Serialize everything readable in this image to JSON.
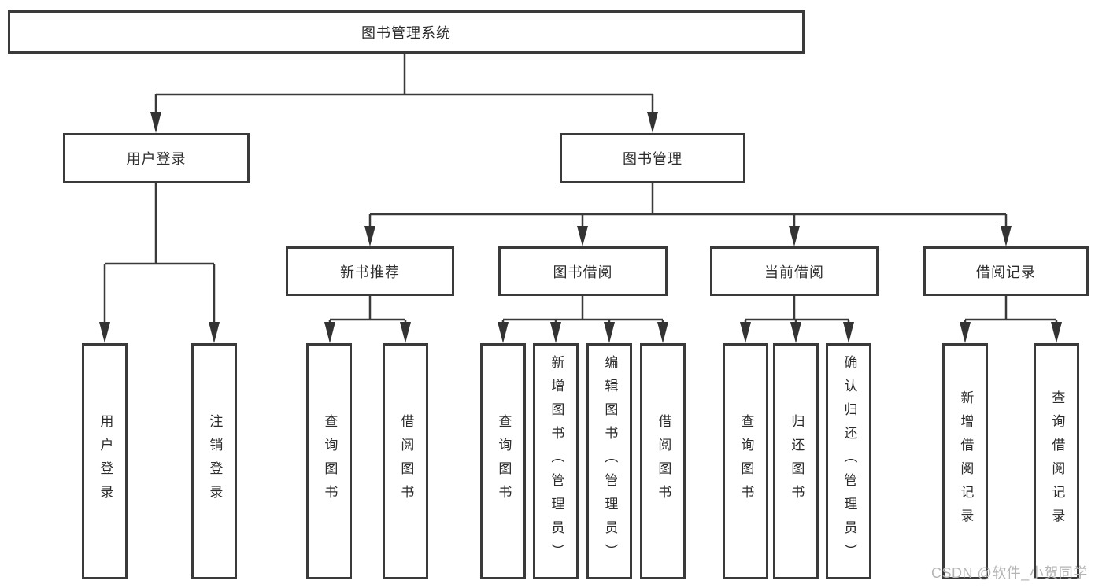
{
  "colors": {
    "line": "#3a3a3a",
    "text": "#2d2d2d",
    "box-bg": "#ffffff",
    "bg": "#ffffff",
    "watermark": "#b5b5b5"
  },
  "watermark": {
    "text": "CSDN @软件_小贺同学"
  },
  "nodes": {
    "root": {
      "label": "图书管理系统"
    },
    "user_login": {
      "label": "用户登录"
    },
    "book_management": {
      "label": "图书管理"
    },
    "new_book_recommend": {
      "label": "新书推荐"
    },
    "book_borrowing": {
      "label": "图书借阅"
    },
    "current_borrowing": {
      "label": "当前借阅"
    },
    "borrowing_records": {
      "label": "借阅记录"
    },
    "leaves": {
      "user_login": {
        "label": "用户登录"
      },
      "logout": {
        "label": "注销登录"
      },
      "query_books_a": {
        "label": "查询图书"
      },
      "borrow_books_a": {
        "label": "借阅图书"
      },
      "query_books_b": {
        "label": "查询图书"
      },
      "add_books_admin": {
        "label": "新增图书（管理员）"
      },
      "edit_books_admin": {
        "label": "编辑图书（管理员）"
      },
      "borrow_books_b": {
        "label": "借阅图书"
      },
      "query_books_c": {
        "label": "查询图书"
      },
      "return_books": {
        "label": "归还图书"
      },
      "confirm_return_admin": {
        "label": "确认归还（管理员）"
      },
      "add_borrow_record": {
        "label": "新增借阅记录"
      },
      "query_borrow_record": {
        "label": "查询借阅记录"
      }
    }
  }
}
